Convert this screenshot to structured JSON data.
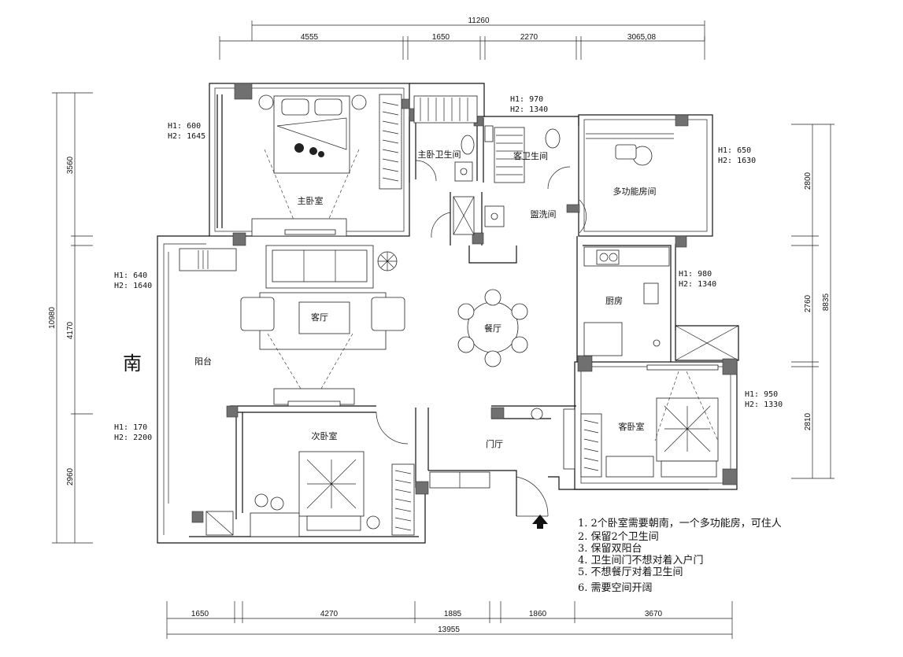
{
  "dimensions": {
    "top_total": "11260",
    "top_segments": [
      "4555",
      "1650",
      "2270",
      "3065,08"
    ],
    "bottom_total": "13955",
    "bottom_segments": [
      "1650",
      "4270",
      "1885",
      "1860",
      "3670"
    ],
    "left_total": "10980",
    "left_segments": [
      "3560",
      "4170",
      "2960"
    ],
    "right_total": "8835",
    "right_segments": [
      "2800",
      "2760",
      "2810"
    ]
  },
  "heights": [
    {
      "h1": "H1: 600",
      "h2": "H2: 1645"
    },
    {
      "h1": "H1: 970",
      "h2": "H2: 1340"
    },
    {
      "h1": "H1: 650",
      "h2": "H2: 1630"
    },
    {
      "h1": "H1: 640",
      "h2": "H2: 1640"
    },
    {
      "h1": "H1: 980",
      "h2": "H2: 1340"
    },
    {
      "h1": "H1: 170",
      "h2": "H2: 2200"
    },
    {
      "h1": "H1: 950",
      "h2": "H2: 1330"
    }
  ],
  "rooms": {
    "master_bedroom": "主卧室",
    "master_bath": "主卧卫生间",
    "guest_bath": "客卫生间",
    "multi_room": "多功能房间",
    "wash": "盥洗间",
    "living": "客厅",
    "dining": "餐厅",
    "kitchen": "厨房",
    "balcony": "阳台",
    "second_bedroom": "次卧室",
    "foyer": "门厅",
    "guest_bedroom": "客卧室"
  },
  "orientation": "南",
  "notes": [
    "1. 2个卧室需要朝南，一个多功能房，可住人",
    "2. 保留2个卫生间",
    "3. 保留双阳台",
    "4. 卫生间门不想对着入户门",
    "5. 不想餐厅对着卫生间",
    "6. 需要空间开阔"
  ],
  "icons": {
    "entrance": "entrance-arrow-icon"
  }
}
